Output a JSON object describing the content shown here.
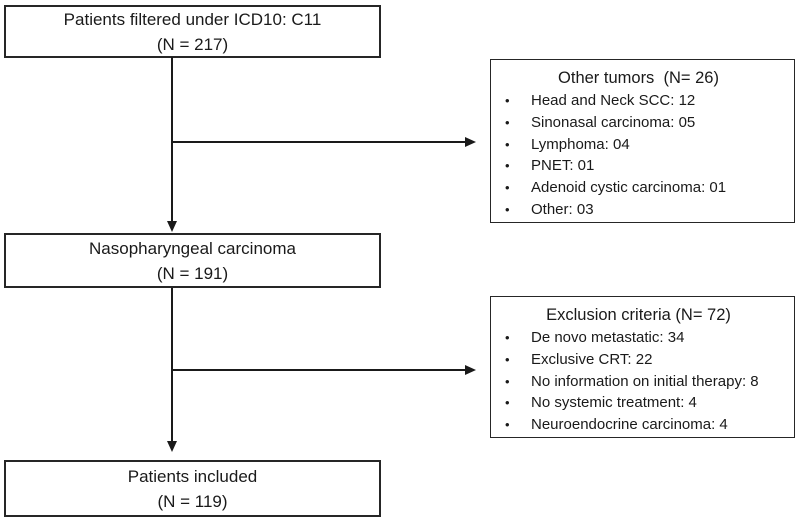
{
  "diagram": {
    "colors": {
      "line": "#1a1a1a",
      "border": "#262626",
      "background": "#ffffff",
      "text": "#1a1a1a"
    },
    "bullet_glyph": "•",
    "boxes": {
      "icd10": {
        "line1": "Patients filtered under ICD10: C11",
        "line2": "(N = 217)"
      },
      "npc": {
        "line1": "Nasopharyngeal carcinoma",
        "line2": "(N = 191)"
      },
      "included": {
        "line1": "Patients included",
        "line2": "(N = 119)"
      },
      "other_tumors": {
        "title": "Other tumors  (N= 26)",
        "items": [
          "Head and Neck SCC: 12",
          "Sinonasal carcinoma: 05",
          "Lymphoma: 04",
          "PNET: 01",
          "Adenoid cystic carcinoma: 01",
          "Other: 03"
        ]
      },
      "exclusion": {
        "title": "Exclusion criteria (N= 72)",
        "items": [
          "De novo metastatic: 34",
          "Exclusive CRT: 22",
          "No information on initial therapy: 8",
          "No systemic treatment: 4",
          "Neuroendocrine carcinoma: 4"
        ]
      }
    }
  }
}
